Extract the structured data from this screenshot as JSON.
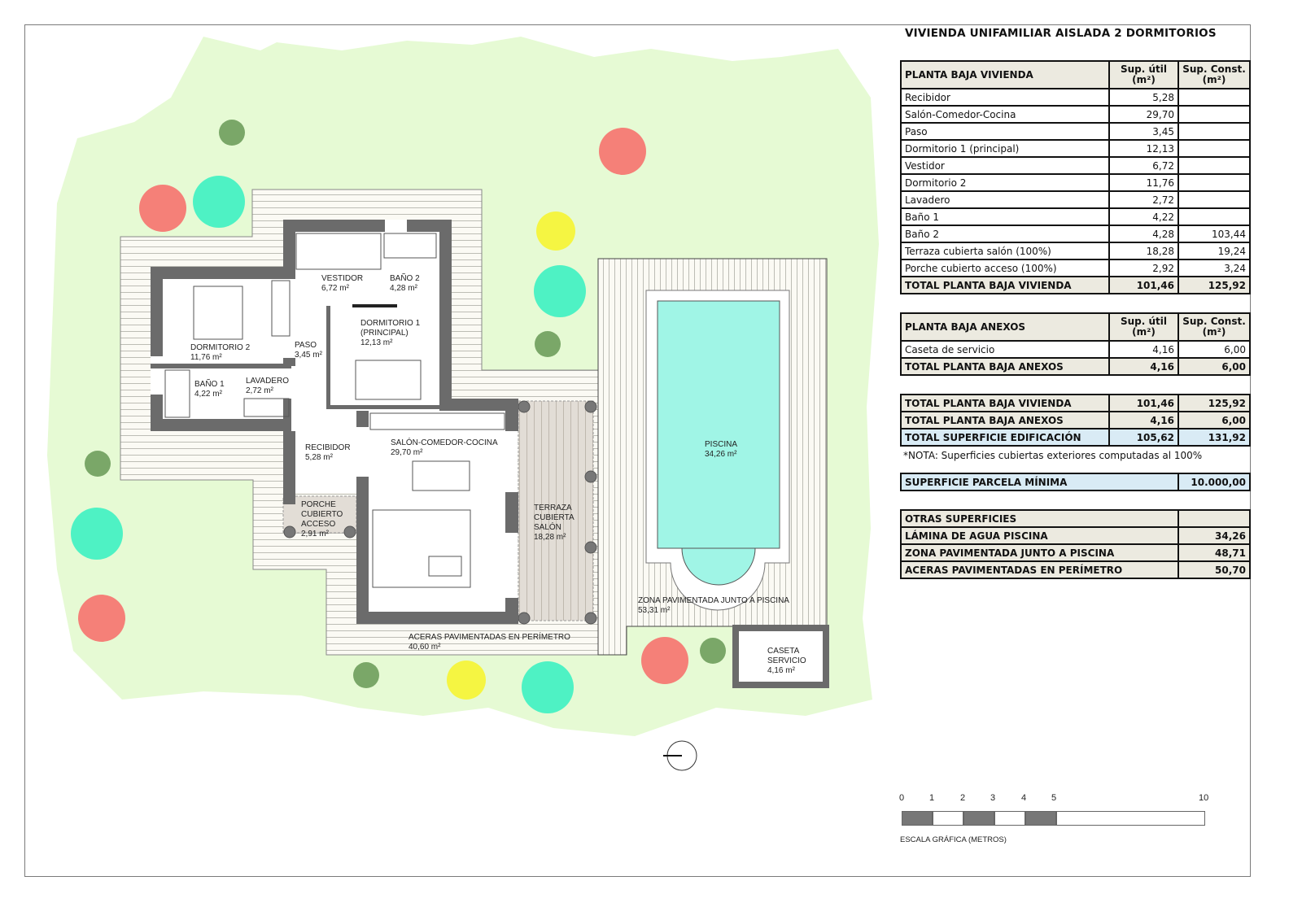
{
  "sheet": {
    "title": "VIVIENDA UNIFAMILIAR AISLADA 2 DORMITORIOS",
    "vivienda": {
      "header": {
        "label": "PLANTA BAJA VIVIENDA",
        "col1": "Sup. útil",
        "col1_unit": "(m²)",
        "col2": "Sup. Const.",
        "col2_unit": "(m²)"
      },
      "rows": [
        {
          "label": "Recibidor",
          "util": "5,28",
          "const": ""
        },
        {
          "label": "Salón-Comedor-Cocina",
          "util": "29,70",
          "const": ""
        },
        {
          "label": "Paso",
          "util": "3,45",
          "const": ""
        },
        {
          "label": "Dormitorio 1 (principal)",
          "util": "12,13",
          "const": ""
        },
        {
          "label": "Vestidor",
          "util": "6,72",
          "const": ""
        },
        {
          "label": "Dormitorio 2",
          "util": "11,76",
          "const": ""
        },
        {
          "label": "Lavadero",
          "util": "2,72",
          "const": ""
        },
        {
          "label": "Baño 1",
          "util": "4,22",
          "const": ""
        },
        {
          "label": "Baño 2",
          "util": "4,28",
          "const": "103,44"
        },
        {
          "label": "Terraza cubierta salón (100%)",
          "util": "18,28",
          "const": "19,24"
        },
        {
          "label": "Porche cubierto acceso (100%)",
          "util": "2,92",
          "const": "3,24"
        }
      ],
      "total": {
        "label": "TOTAL PLANTA BAJA VIVIENDA",
        "util": "101,46",
        "const": "125,92"
      }
    },
    "anexos": {
      "header": {
        "label": "PLANTA BAJA ANEXOS",
        "col1": "Sup. útil",
        "col1_unit": "(m²)",
        "col2": "Sup. Const.",
        "col2_unit": "(m²)"
      },
      "rows": [
        {
          "label": "Caseta de servicio",
          "util": "4,16",
          "const": "6,00"
        }
      ],
      "total": {
        "label": "TOTAL PLANTA BAJA ANEXOS",
        "util": "4,16",
        "const": "6,00"
      }
    },
    "summary": [
      {
        "label": "TOTAL PLANTA BAJA VIVIENDA",
        "util": "101,46",
        "const": "125,92"
      },
      {
        "label": "TOTAL PLANTA BAJA ANEXOS",
        "util": "4,16",
        "const": "6,00"
      },
      {
        "label": "TOTAL SUPERFICIE EDIFICACIÓN",
        "util": "105,62",
        "const": "131,92"
      }
    ],
    "note": "*NOTA: Superficies cubiertas exteriores computadas al 100%",
    "parcela": {
      "label": "SUPERFICIE PARCELA MÍNIMA",
      "value": "10.000,00"
    },
    "otras": {
      "header": "OTRAS SUPERFICIES",
      "rows": [
        {
          "label": "LÁMINA DE AGUA PISCINA",
          "value": "34,26"
        },
        {
          "label": "ZONA PAVIMENTADA JUNTO A PISCINA",
          "value": "48,71"
        },
        {
          "label": "ACERAS PAVIMENTADAS EN PERÍMETRO",
          "value": "50,70"
        }
      ]
    }
  },
  "plan": {
    "rooms": {
      "vestidor": {
        "name": "VESTIDOR",
        "area": "6,72 m²"
      },
      "bano2": {
        "name": "BAÑO 2",
        "area": "4,28 m²"
      },
      "dormitorio2": {
        "name": "DORMITORIO 2",
        "area": "11,76 m²"
      },
      "paso": {
        "name": "PASO",
        "area": "3,45 m²"
      },
      "dormitorio1": {
        "name": "DORMITORIO 1",
        "name2": "(PRINCIPAL)",
        "area": "12,13 m²"
      },
      "bano1": {
        "name": "BAÑO 1",
        "area": "4,22 m²"
      },
      "lavadero": {
        "name": "LAVADERO",
        "area": "2,72 m²"
      },
      "recibidor": {
        "name": "RECIBIDOR",
        "area": "5,28 m²"
      },
      "salon": {
        "name": "SALÓN-COMEDOR-COCINA",
        "area": "29,70 m²"
      },
      "porche": {
        "name": "PORCHE",
        "name2": "CUBIERTO",
        "name3": "ACCESO",
        "area": "2,91 m²"
      },
      "terraza": {
        "name": "TERRAZA",
        "name2": "CUBIERTA",
        "name3": "SALÓN",
        "area": "18,28 m²"
      },
      "piscina": {
        "name": "PISCINA",
        "area": "34,26 m²"
      },
      "zona_pav": {
        "name": "ZONA PAVIMENTADA JUNTO A PISCINA",
        "area": "53,31 m²"
      },
      "aceras": {
        "name": "ACERAS PAVIMENTADAS EN PERÍMETRO",
        "area": "40,60 m²"
      },
      "caseta": {
        "name": "CASETA",
        "name2": "SERVICIO",
        "area": "4,16 m²"
      }
    },
    "colors": {
      "garden": "#e6fad4",
      "wall": "#6b6b6b",
      "pool": "#a0f5e6",
      "tree_red": "#f58078",
      "tree_teal": "#4ef2c4",
      "tree_yellow": "#f5f542",
      "tree_green": "#7aa768",
      "terrace": "#e2ddd6"
    }
  },
  "scale": {
    "ticks": [
      "0",
      "1",
      "2",
      "3",
      "4",
      "5",
      "10"
    ],
    "caption": "ESCALA GRÁFICA (METROS)"
  }
}
